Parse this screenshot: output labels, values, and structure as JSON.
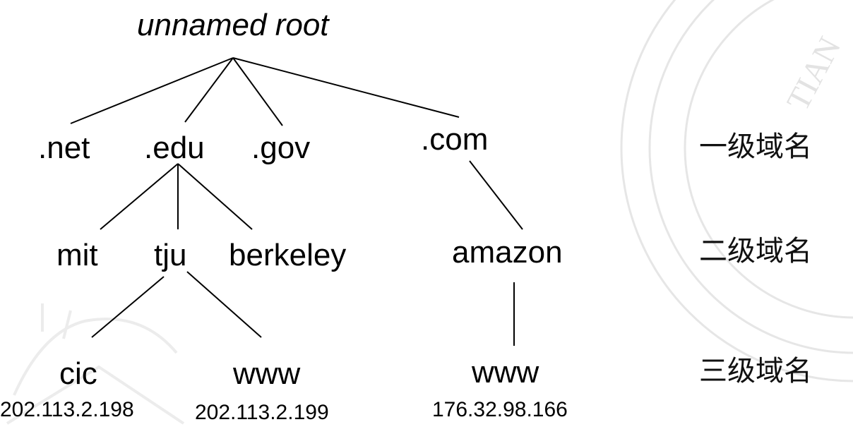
{
  "colors": {
    "line": "#000000",
    "watermark": "#d9d9d9",
    "background": "#ffffff"
  },
  "tree": {
    "root": "unnamed root",
    "tld": {
      "net": ".net",
      "edu": ".edu",
      "gov": ".gov",
      "com": ".com"
    },
    "sld": {
      "mit": "mit",
      "tju": "tju",
      "berkeley": "berkeley",
      "amazon": "amazon"
    },
    "third": {
      "cic": "cic",
      "tju_www": "www",
      "amazon_www": "www"
    },
    "ips": {
      "cic": "202.113.2.198",
      "tju_www": "202.113.2.199",
      "amazon_www": "176.32.98.166"
    }
  },
  "levels": {
    "first": "一级域名",
    "second": "二级域名",
    "third": "三级域名"
  },
  "watermark": {
    "partial_text": "TIAN"
  }
}
